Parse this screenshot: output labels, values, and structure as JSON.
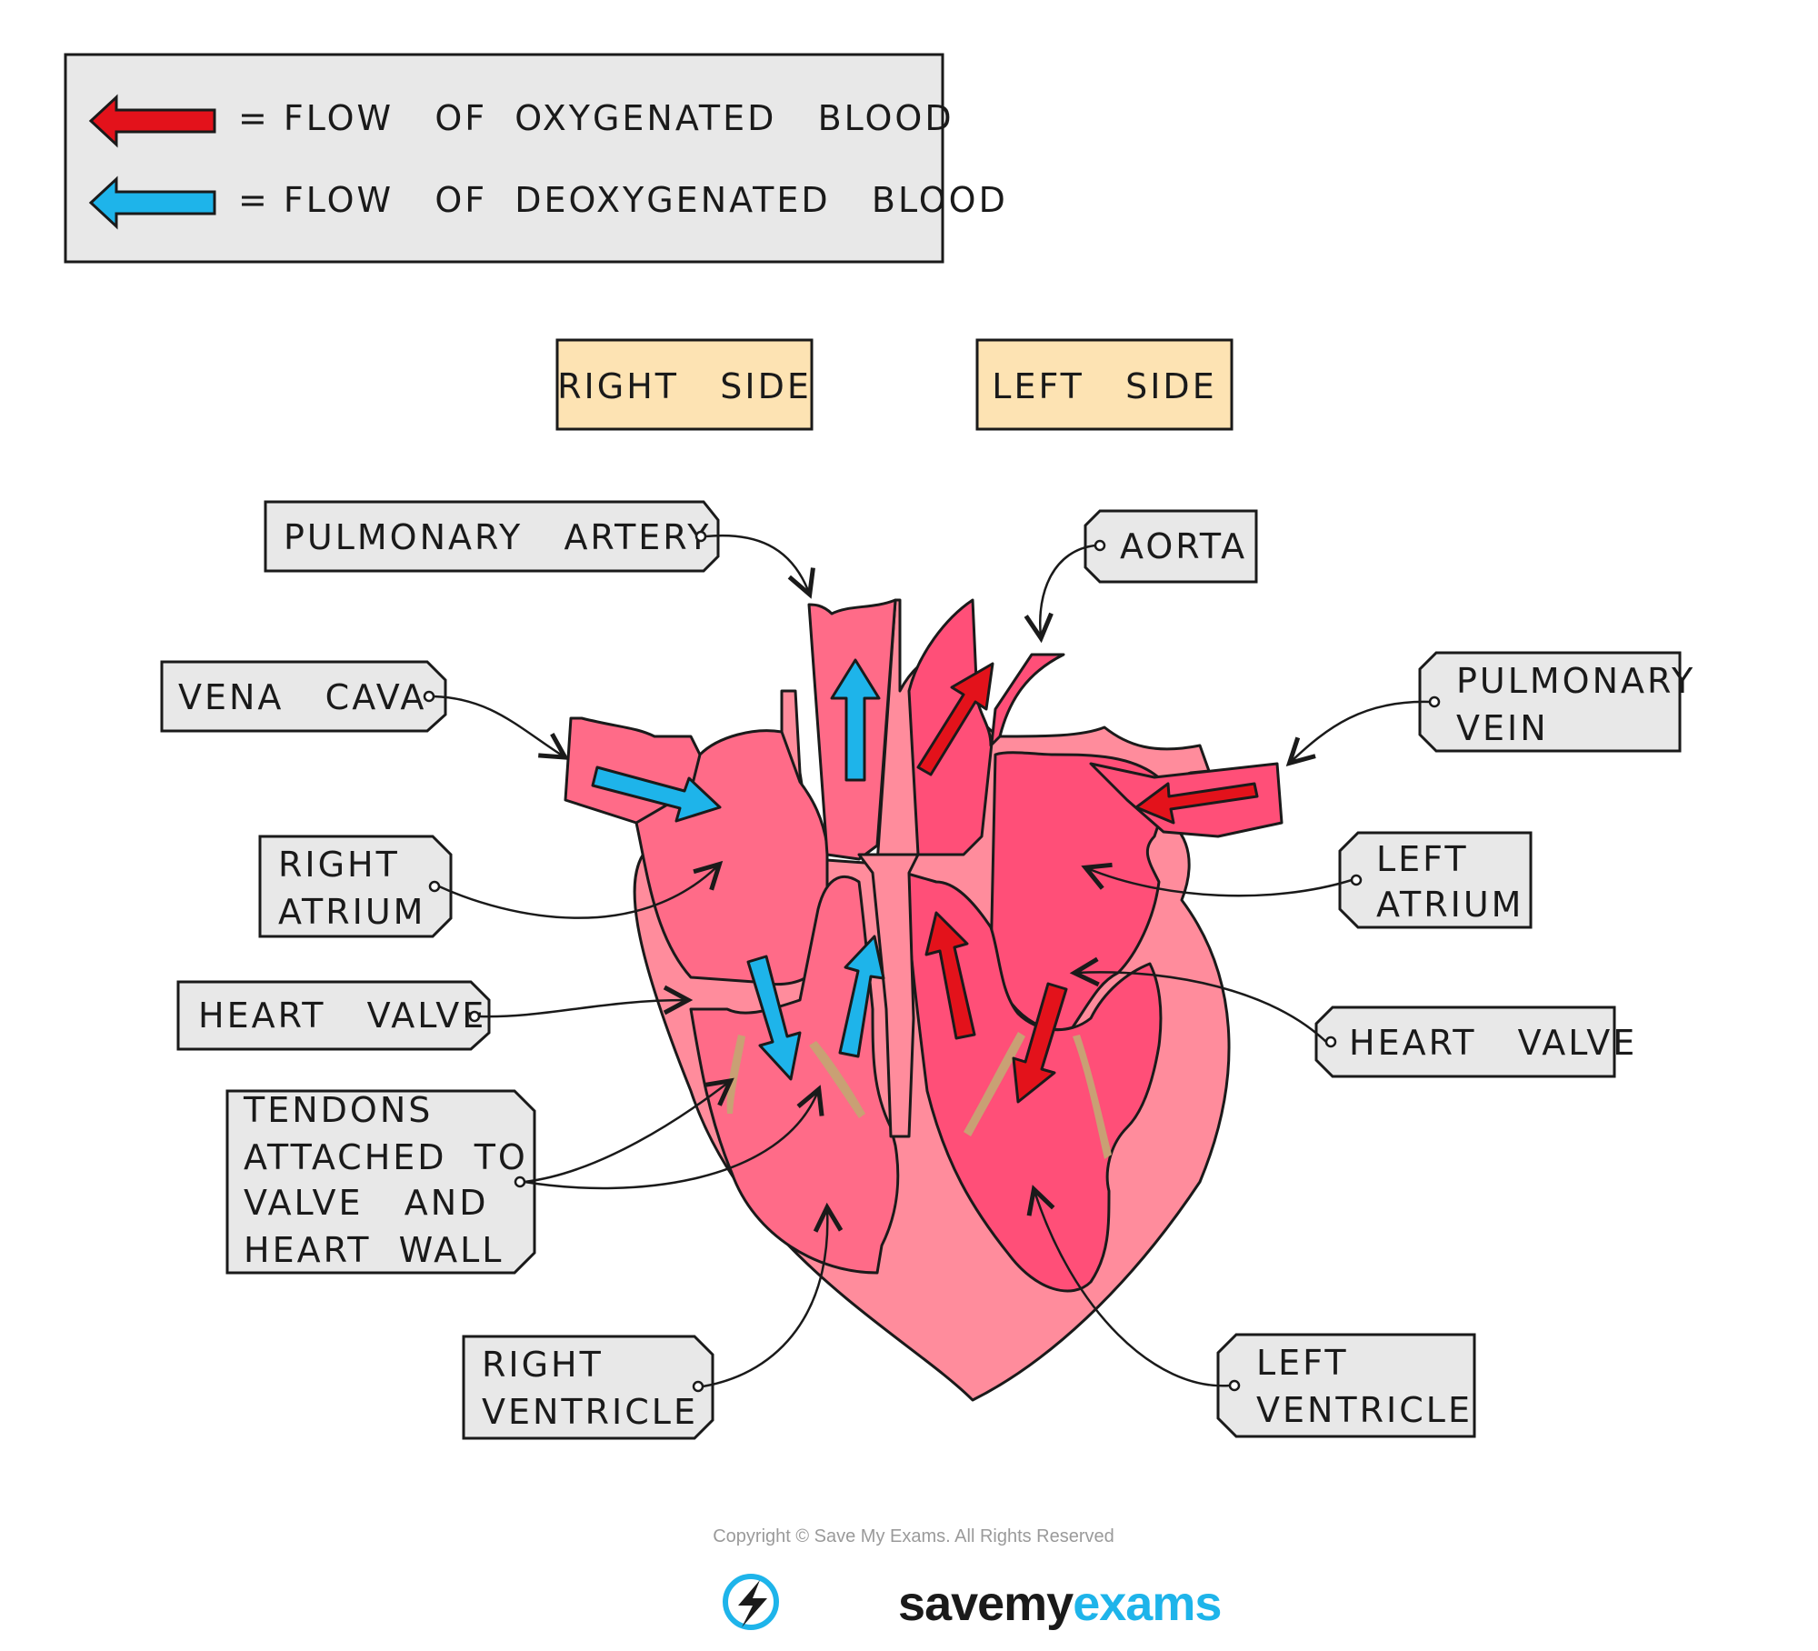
{
  "legend": {
    "oxygenated": "= FLOW   OF  OXYGENATED   BLOOD",
    "deoxygenated": "= FLOW   OF  DEOXYGENATED   BLOOD",
    "oxygenated_color": "#e3121b",
    "deoxygenated_color": "#1eb4ea"
  },
  "sides": {
    "right": "RIGHT   SIDE",
    "left": "LEFT   SIDE",
    "fill": "#fde3b3"
  },
  "labels": {
    "pulmonary_artery": "PULMONARY   ARTERY",
    "aorta": "AORTA",
    "vena_cava": "VENA   CAVA",
    "pulmonary_vein_1": "PULMONARY",
    "pulmonary_vein_2": "VEIN",
    "right_atrium_1": "RIGHT",
    "right_atrium_2": "ATRIUM",
    "left_atrium_1": "LEFT",
    "left_atrium_2": "ATRIUM",
    "heart_valve_right": "HEART   VALVE",
    "heart_valve_left": "HEART   VALVE",
    "tendons_1": "TENDONS",
    "tendons_2": "ATTACHED  TO",
    "tendons_3": "VALVE   AND",
    "tendons_4": "HEART  WALL",
    "right_ventricle_1": "RIGHT",
    "right_ventricle_2": "VENTRICLE",
    "left_ventricle_1": "LEFT",
    "left_ventricle_2": "VENTRICLE"
  },
  "footer": {
    "copyright": "Copyright © Save My Exams. All Rights Reserved",
    "brand_1": "save",
    "brand_2": "my",
    "brand_3": "exams"
  },
  "colors": {
    "heart_outer": "#ff8c9c",
    "chamber_right": "#ff6b88",
    "chamber_left": "#ff4f78",
    "tendon": "#c9a074",
    "label_box": "#e8e8e8"
  }
}
